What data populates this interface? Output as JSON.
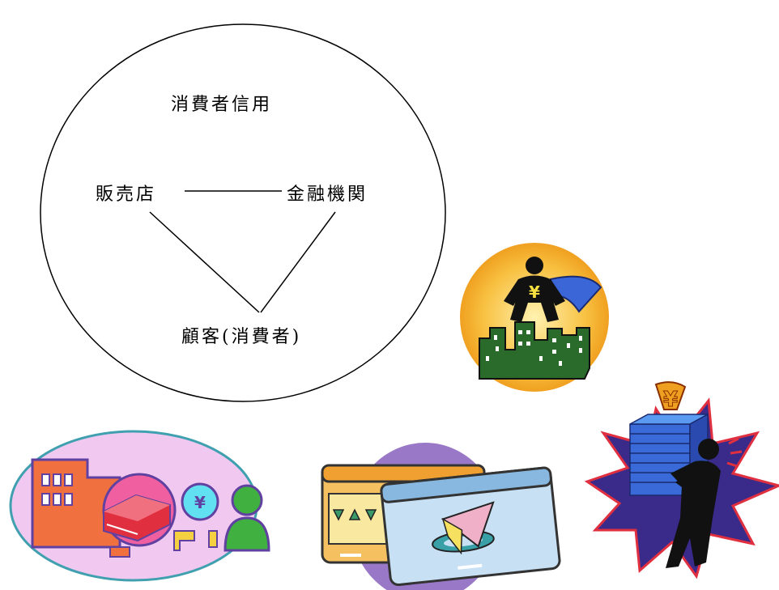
{
  "diagram": {
    "title": "消費者信用",
    "nodes": {
      "retailer": "販売店",
      "financial_institution": "金融機関",
      "customer": "顧客(消費者)"
    },
    "edges": [
      [
        "retailer",
        "financial_institution"
      ],
      [
        "retailer",
        "customer"
      ],
      [
        "financial_institution",
        "customer"
      ]
    ]
  },
  "illustrations": [
    {
      "name": "yen-hero-over-city",
      "symbol": "¥"
    },
    {
      "name": "shop-card-yen-person",
      "symbol": "¥"
    },
    {
      "name": "cards-screens"
    },
    {
      "name": "debt-burden-person",
      "symbol": "¥"
    }
  ],
  "colors": {
    "hero_bg_outer": "#f0a020",
    "city_green": "#2a6a2a",
    "oval_pink": "#f0c8f0",
    "building_orange": "#f07040",
    "card_red": "#e03040",
    "person_green": "#40b040",
    "burst_purple": "#3a2a8a",
    "stack_blue": "#3a6ad8"
  }
}
